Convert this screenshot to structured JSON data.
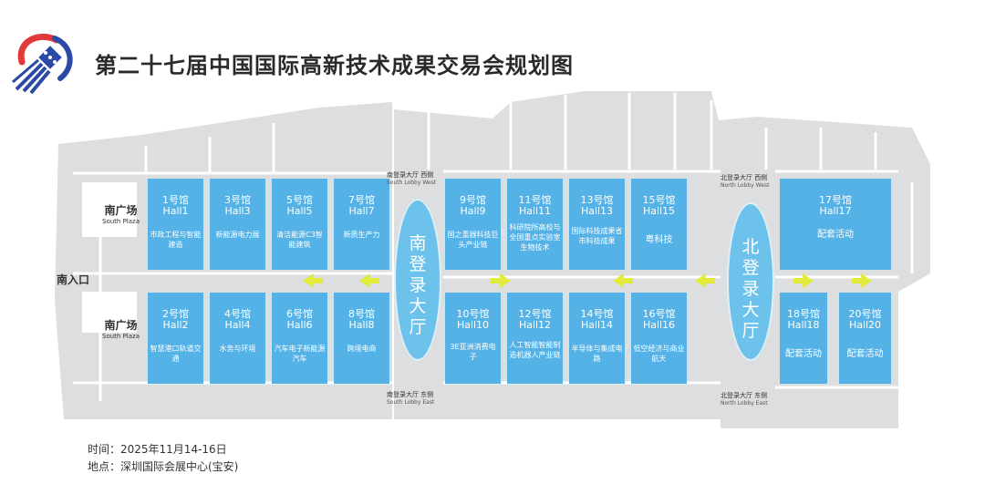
{
  "title": "第二十七届中国国际高新技术成果交易会规划图",
  "plazas": [
    {
      "cn": "南广场",
      "en": "South Plaza"
    },
    {
      "cn": "南广场",
      "en": "South Plaza"
    }
  ],
  "entrance": "南入口",
  "south_lobby": {
    "name": "南登录大厅",
    "west_cn": "南登录大厅 西侧",
    "west_en": "South Lobby West",
    "east_cn": "南登录大厅 东侧",
    "east_en": "South Lobby East"
  },
  "north_lobby": {
    "name": "北登录大厅",
    "west_cn": "北登录大厅 西侧",
    "west_en": "North Lobby West",
    "east_cn": "北登录大厅 东侧",
    "east_en": "North Lobby East"
  },
  "halls": {
    "h1": {
      "num": "1号馆",
      "en": "Hall1",
      "desc": "市政工程与智能建造"
    },
    "h3": {
      "num": "3号馆",
      "en": "Hall3",
      "desc": "新能源电力展"
    },
    "h5": {
      "num": "5号馆",
      "en": "Hall5",
      "desc": "清洁能源C3智能建筑"
    },
    "h7": {
      "num": "7号馆",
      "en": "Hall7",
      "desc": "新质生产力"
    },
    "h9": {
      "num": "9号馆",
      "en": "Hall9",
      "desc": "国之重器科技巨头产业链"
    },
    "h11": {
      "num": "11号馆",
      "en": "Hall11",
      "desc": "科研院所高校与全国重点实验室生物技术"
    },
    "h13": {
      "num": "13号馆",
      "en": "Hall13",
      "desc": "国际科技成果省市科技成果"
    },
    "h15": {
      "num": "15号馆",
      "en": "Hall15",
      "desc": "粤科技"
    },
    "h17": {
      "num": "17号馆",
      "en": "Hall17",
      "desc": "配套活动"
    },
    "h2": {
      "num": "2号馆",
      "en": "Hall2",
      "desc": "智慧港口轨道交通"
    },
    "h4": {
      "num": "4号馆",
      "en": "Hall4",
      "desc": "水务与环境"
    },
    "h6": {
      "num": "6号馆",
      "en": "Hall6",
      "desc": "汽车电子新能源汽车"
    },
    "h8": {
      "num": "8号馆",
      "en": "Hall8",
      "desc": "跨境电商"
    },
    "h10": {
      "num": "10号馆",
      "en": "Hall10",
      "desc": "3E亚洲消费电子"
    },
    "h12": {
      "num": "12号馆",
      "en": "Hall12",
      "desc": "人工智能智能制造机器人产业链"
    },
    "h14": {
      "num": "14号馆",
      "en": "Hall14",
      "desc": "半导体与集成电路"
    },
    "h16": {
      "num": "16号馆",
      "en": "Hall16",
      "desc": "低空经济与商业航天"
    },
    "h18": {
      "num": "18号馆",
      "en": "Hall18",
      "desc": "配套活动"
    },
    "h20": {
      "num": "20号馆",
      "en": "Hall20",
      "desc": "配套活动"
    }
  },
  "info": {
    "time": "时间：2025年11月14-16日",
    "place": "地点：深圳国际会展中心(宝安)"
  },
  "colors": {
    "hall": "#55b2e6",
    "lobby": "#6cc2ea",
    "arrow": "#e2ea3c",
    "ground": "#dcdedf"
  }
}
